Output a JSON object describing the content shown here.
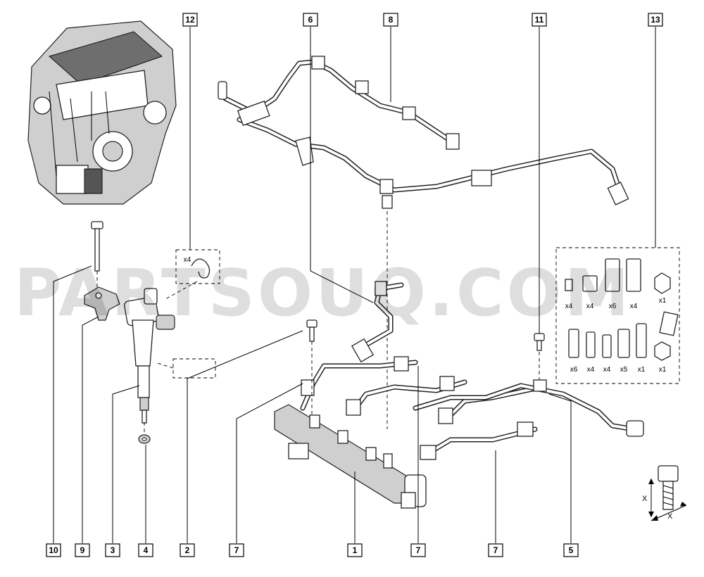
{
  "watermark": "PARTSOUQ.COM",
  "callouts_top": [
    "12",
    "6",
    "8",
    "11",
    "13"
  ],
  "callouts_bottom": [
    "10",
    "9",
    "3",
    "4",
    "2",
    "7",
    "1",
    "7",
    "7",
    "5"
  ],
  "kit_row1_qty": [
    "x4",
    "x4",
    "x6",
    "x4",
    "x1"
  ],
  "kit_row2_qty": [
    "x6",
    "x4",
    "x4",
    "x5",
    "x1",
    "x1"
  ],
  "clip_qty": "x4",
  "dimension_label": "X",
  "colors": {
    "line": "#000000",
    "watermark": "#000000",
    "fill_grey": "#cfcfcf"
  }
}
